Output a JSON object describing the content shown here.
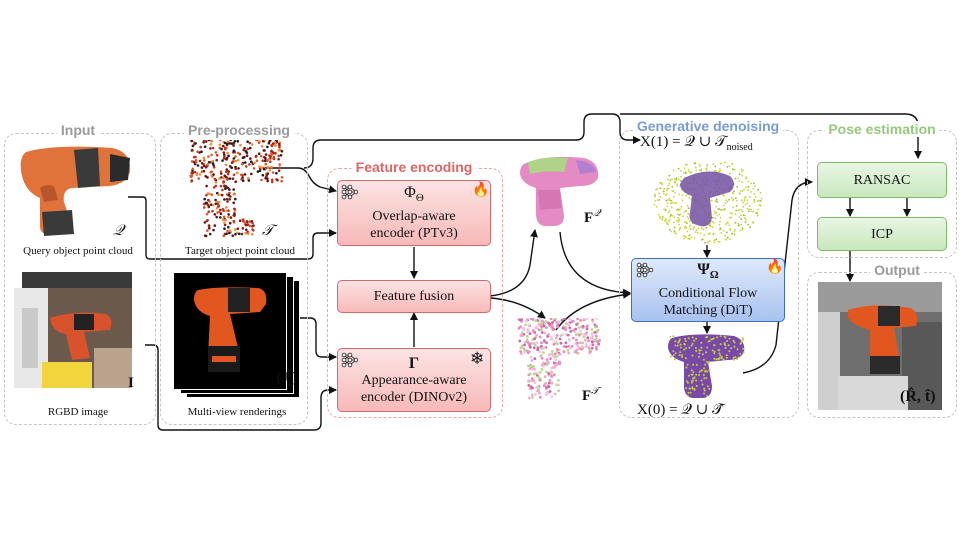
{
  "sections": {
    "input": "Input",
    "preprocessing": "Pre-processing",
    "feature_encoding": "Feature encoding",
    "generative_denoising": "Generative denoising",
    "pose_estimation": "Pose estimation",
    "output": "Output"
  },
  "colors": {
    "input_title": "#9a9a9a",
    "feature_encoding_title": "#e06464",
    "generative_denoising_title": "#7a9bd6",
    "pose_estimation_title": "#96c97c",
    "output_title": "#9a9a9a"
  },
  "captions": {
    "query": "Query object point cloud",
    "target": "Target object point cloud",
    "rgbd": "RGBD image",
    "renderings": "Multi-view renderings"
  },
  "symbols": {
    "query": "𝒬",
    "target": "𝒯",
    "image": "I",
    "views": "{J",
    "views_sub": "i",
    "views_close": "}",
    "fq": "F",
    "fq_sup": "𝒬",
    "ft": "F",
    "ft_sup": "𝒯",
    "x1": "X(1) = 𝒬 ∪ 𝒯",
    "x1_sub": "noised",
    "x0": "X(0) = 𝒬 ∪ 𝒯̂",
    "pose": "(R̂, t̂)"
  },
  "boxes": {
    "overlap_symbol": "Φ",
    "overlap_symbol_sub": "Θ",
    "overlap_line1": "Overlap-aware",
    "overlap_line2": "encoder (PTv3)",
    "fusion": "Feature fusion",
    "appearance_symbol": "Γ",
    "appearance_line1": "Appearance-aware",
    "appearance_line2": "encoder (DINOv2)",
    "cfm_symbol": "Ψ",
    "cfm_symbol_sub": "Ω",
    "cfm_line1": "Conditional Flow",
    "cfm_line2": "Matching (DiT)",
    "ransac": "RANSAC",
    "icp": "ICP"
  },
  "icons": {
    "trainable": "flame-icon",
    "frozen": "snowflake-icon",
    "network": "neural-network-icon"
  },
  "glyphs": {
    "flame": "🔥",
    "snow": "❄"
  }
}
